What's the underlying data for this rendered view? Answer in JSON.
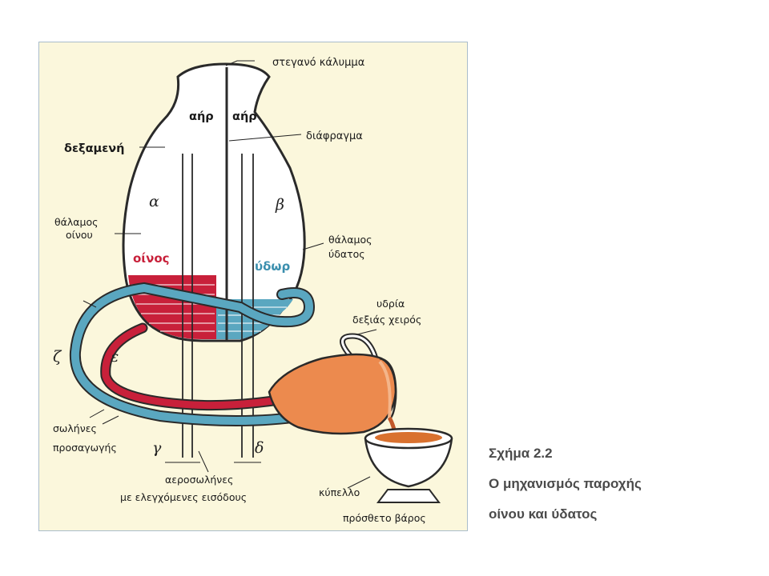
{
  "labels": {
    "lid": "στεγανό κάλυμμα",
    "air_left": "αήρ",
    "air_right": "αήρ",
    "reservoir": "δεξαμενή",
    "diaphragm": "διάφραγμα",
    "chamber_alpha": "α",
    "chamber_beta": "β",
    "wine_chamber_l1": "θάλαμος",
    "wine_chamber_l2": "οίνου",
    "water_chamber_l1": "θάλαμος",
    "water_chamber_l2": "ύδατος",
    "wine": "οίνος",
    "water": "ύδωρ",
    "jug_l1": "υδρία",
    "jug_l2": "δεξιάς χειρός",
    "zeta": "ζ",
    "epsilon": "ε",
    "pipes_l1": "σωλήνες",
    "pipes_l2": "προσαγωγής",
    "gamma": "γ",
    "delta": "δ",
    "air_tubes_l1": "αεροσωλήνες",
    "air_tubes_l2": "με ελεγχόμενες εισόδους",
    "basin": "κύπελλο",
    "weight": "πρόσθετο βάρος"
  },
  "caption": {
    "line1": "Σχήμα 2.2",
    "line2": "Ο μηχανισμός παροχής",
    "line3": "οίνου και ύδατος"
  },
  "colors": {
    "wine": "#c8203a",
    "water": "#5aa7c0",
    "jug": "#ec8a4e",
    "panel": "#fbf7dc"
  }
}
